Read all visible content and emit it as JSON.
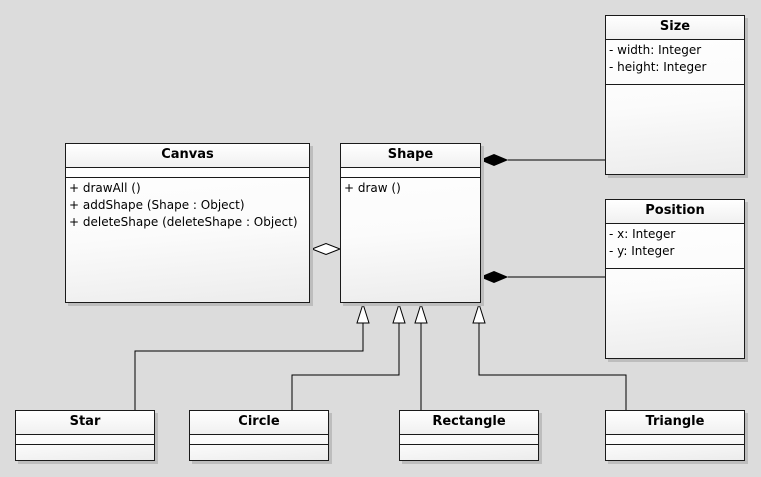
{
  "classes": {
    "size": {
      "name": "Size",
      "attributes": [
        "- width: Integer",
        "- height: Integer"
      ],
      "operations": []
    },
    "canvas": {
      "name": "Canvas",
      "attributes": [],
      "operations": [
        "+ drawAll ()",
        "+ addShape (Shape : Object)",
        "+ deleteShape (deleteShape : Object)"
      ]
    },
    "shape": {
      "name": "Shape",
      "attributes": [],
      "operations": [
        "+ draw ()"
      ]
    },
    "position": {
      "name": "Position",
      "attributes": [
        "- x: Integer",
        "- y: Integer"
      ],
      "operations": []
    },
    "star": {
      "name": "Star",
      "attributes": [],
      "operations": []
    },
    "circle": {
      "name": "Circle",
      "attributes": [],
      "operations": []
    },
    "rectangle": {
      "name": "Rectangle",
      "attributes": [],
      "operations": []
    },
    "triangle": {
      "name": "Triangle",
      "attributes": [],
      "operations": []
    }
  },
  "relations": [
    {
      "type": "composition",
      "whole": "Shape",
      "part": "Size"
    },
    {
      "type": "composition",
      "whole": "Shape",
      "part": "Position"
    },
    {
      "type": "aggregation",
      "whole": "Shape",
      "part": "Canvas"
    },
    {
      "type": "generalization",
      "parent": "Shape",
      "child": "Star"
    },
    {
      "type": "generalization",
      "parent": "Shape",
      "child": "Circle"
    },
    {
      "type": "generalization",
      "parent": "Shape",
      "child": "Rectangle"
    },
    {
      "type": "generalization",
      "parent": "Shape",
      "child": "Triangle"
    }
  ],
  "colors": {
    "background": "#dcdcdc",
    "border": "#1a1a1a",
    "shadow": "#bdbdbd"
  }
}
